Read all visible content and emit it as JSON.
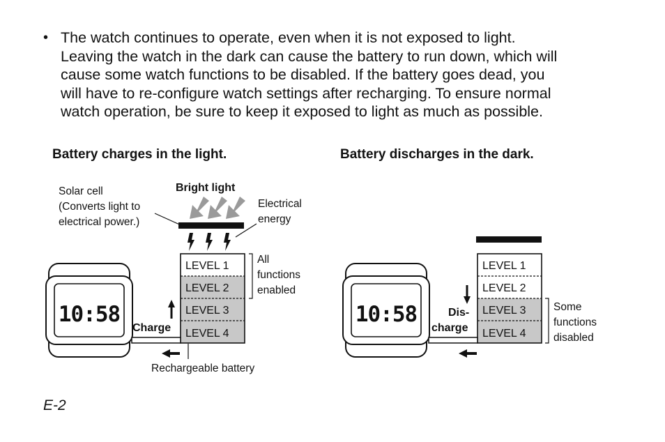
{
  "bullet_symbol": "•",
  "paragraph_lines": [
    "The watch continues to operate, even when it is not exposed to light.",
    "Leaving the watch in the dark can cause the battery to run down, which will",
    "cause some watch functions to be disabled. If the battery goes dead, you",
    "will have to re-configure watch settings after recharging. To ensure normal",
    "watch operation, be sure to keep it exposed to light as much as possible."
  ],
  "left": {
    "heading": "Battery charges in the light.",
    "solar_label": [
      "Solar cell",
      "(Converts light to",
      "electrical power.)"
    ],
    "bright_light": "Bright light",
    "electrical_energy": [
      "Electrical",
      "energy"
    ],
    "levels": [
      "LEVEL 1",
      "LEVEL 2",
      "LEVEL 3",
      "LEVEL 4"
    ],
    "all_functions": [
      "All",
      "functions",
      "enabled"
    ],
    "charge_label": "Charge",
    "battery_label": "Rechargeable battery",
    "watch_time": "10:58"
  },
  "right": {
    "heading": "Battery discharges in the dark.",
    "levels": [
      "LEVEL 1",
      "LEVEL 2",
      "LEVEL 3",
      "LEVEL 4"
    ],
    "discharge_label": [
      "Dis-",
      "charge"
    ],
    "some_functions": [
      "Some",
      "functions",
      "disabled"
    ],
    "watch_time": "10:58"
  },
  "colors": {
    "shade": "#c8c8c8",
    "line": "#111111"
  },
  "footer": "E-2"
}
